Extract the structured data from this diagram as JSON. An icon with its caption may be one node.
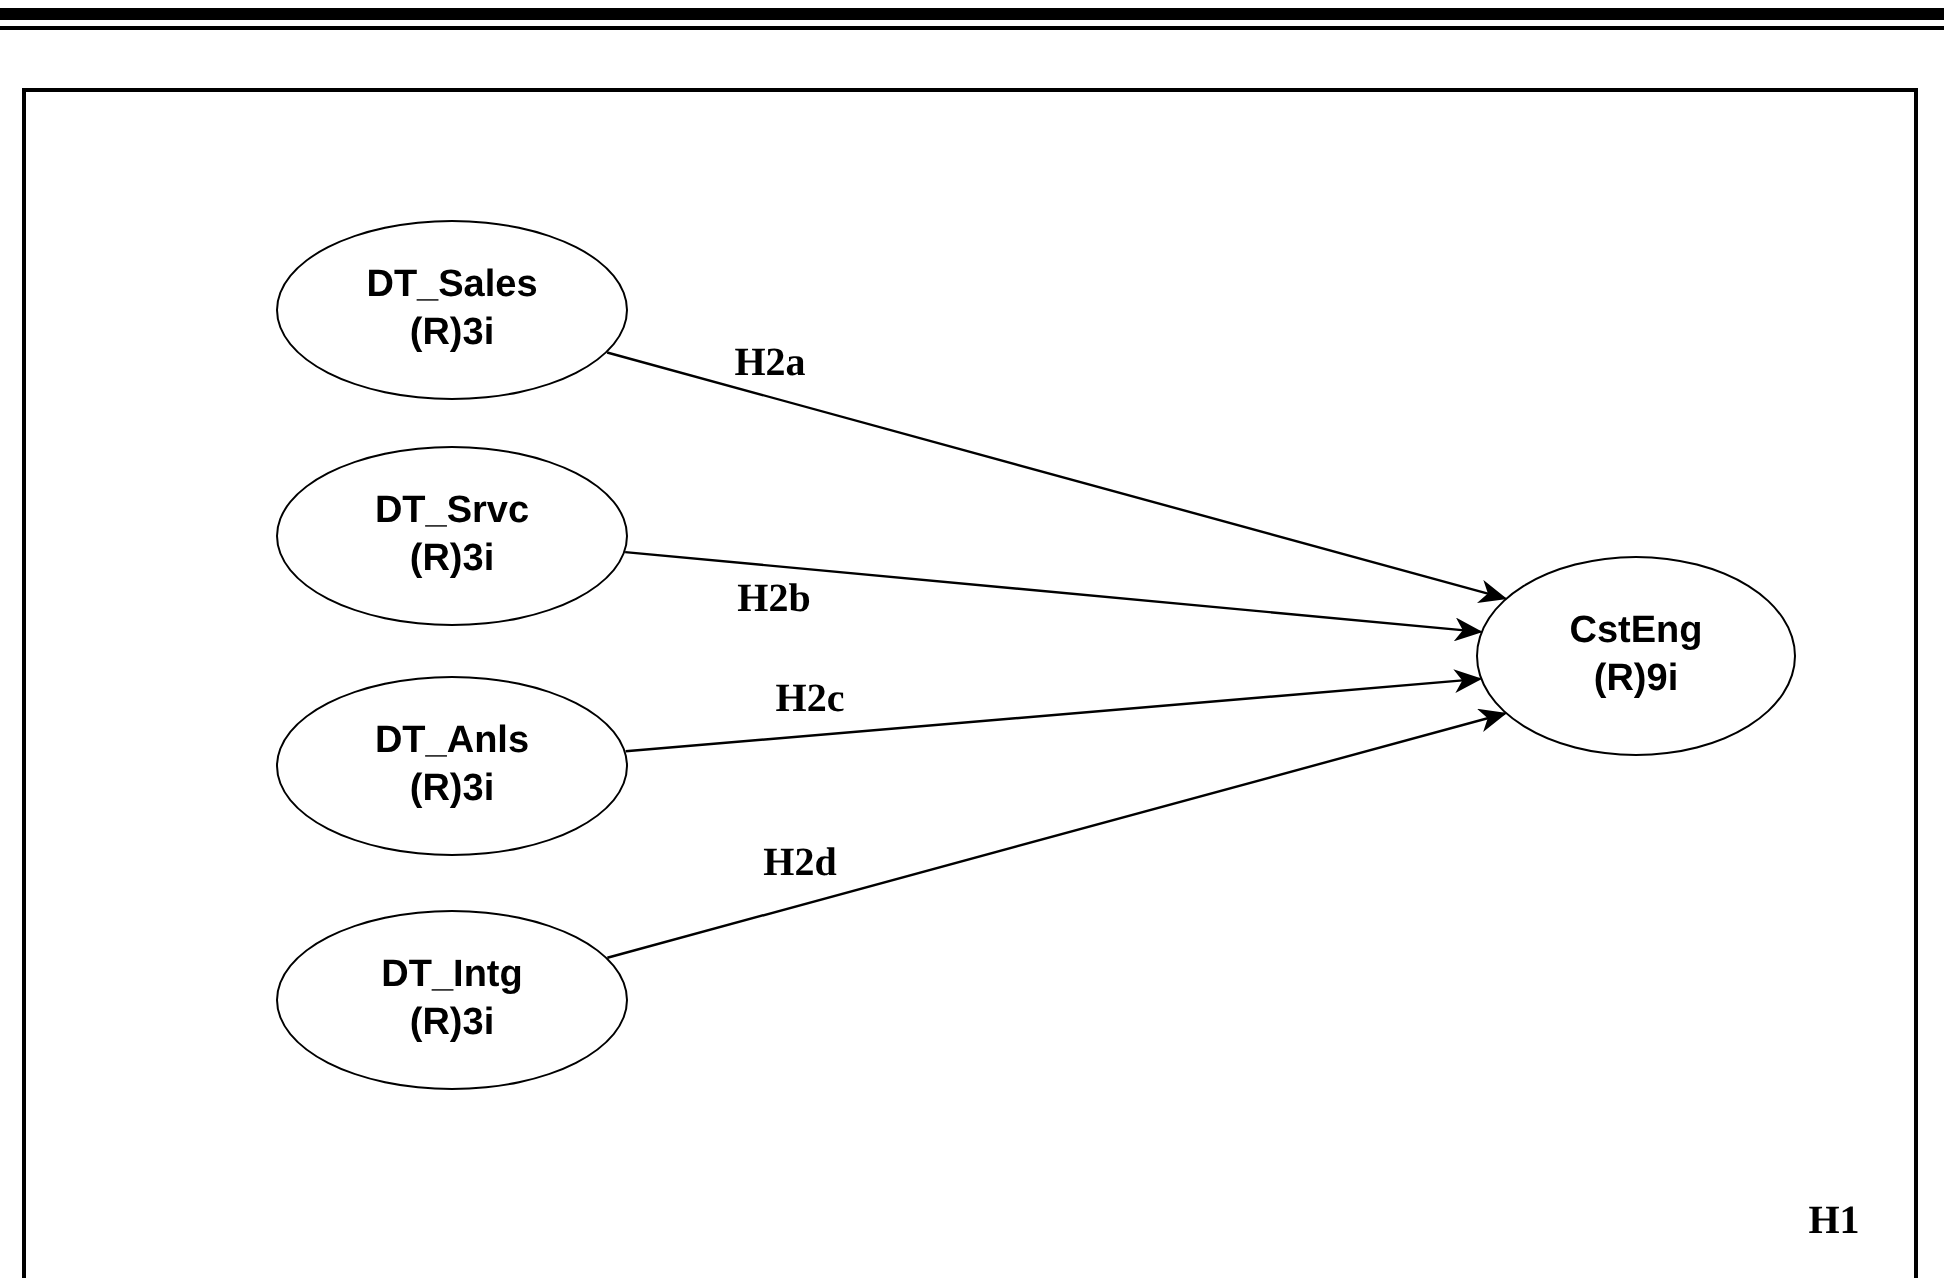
{
  "diagram": {
    "nodes": [
      {
        "text": [
          "DT_Sales",
          "(R)3i"
        ]
      },
      {
        "text": [
          "DT_Srvc",
          "(R)3i"
        ]
      },
      {
        "text": [
          "DT_Anls",
          "(R)3i"
        ]
      },
      {
        "text": [
          "DT_Intg",
          "(R)3i"
        ]
      },
      {
        "text": [
          "CstEng",
          "(R)9i"
        ]
      }
    ],
    "edges": [
      {
        "from": 0,
        "to": 4,
        "arrow": "to",
        "label": "H2a"
      },
      {
        "from": 1,
        "to": 4,
        "arrow": "to",
        "label": "H2b"
      },
      {
        "from": 2,
        "to": 4,
        "arrow": "to",
        "label": "H2c"
      },
      {
        "from": 3,
        "to": 4,
        "arrow": "to",
        "label": "H2d"
      }
    ],
    "labels": [
      "H1"
    ]
  }
}
